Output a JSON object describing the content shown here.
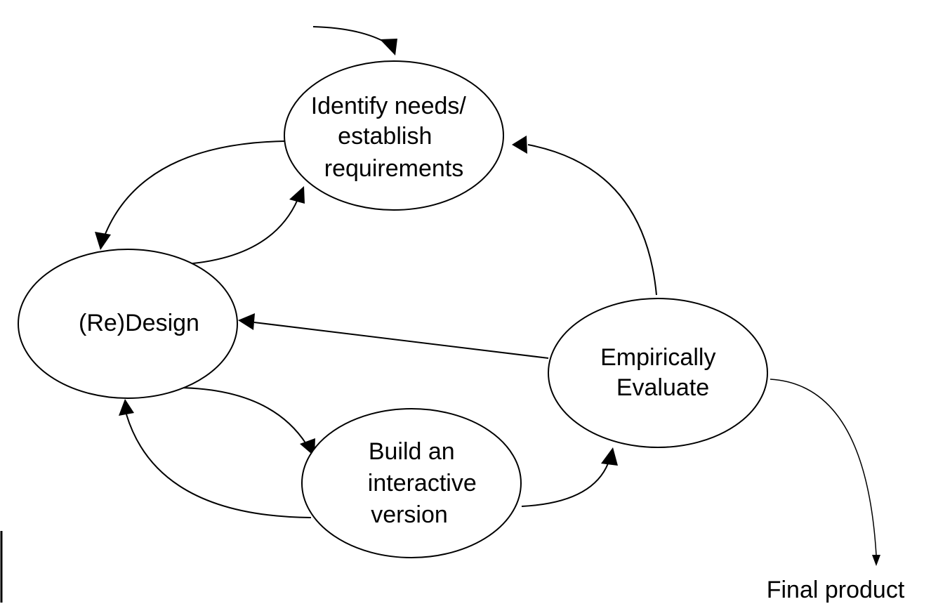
{
  "diagram": {
    "type": "cycle",
    "nodes": {
      "identify": {
        "lines": [
          "Identify needs/",
          "establish",
          "requirements"
        ]
      },
      "redesign": {
        "lines": [
          "(Re)Design"
        ]
      },
      "build": {
        "lines": [
          "Build an",
          "interactive",
          "version"
        ]
      },
      "evaluate": {
        "lines": [
          "Empirically",
          "Evaluate"
        ]
      }
    },
    "final_label": "Final product",
    "edges": [
      {
        "from": "start",
        "to": "identify"
      },
      {
        "from": "identify",
        "to": "redesign"
      },
      {
        "from": "redesign",
        "to": "identify"
      },
      {
        "from": "redesign",
        "to": "build"
      },
      {
        "from": "build",
        "to": "redesign"
      },
      {
        "from": "build",
        "to": "evaluate"
      },
      {
        "from": "evaluate",
        "to": "redesign"
      },
      {
        "from": "evaluate",
        "to": "identify"
      },
      {
        "from": "evaluate",
        "to": "final_product"
      }
    ]
  }
}
